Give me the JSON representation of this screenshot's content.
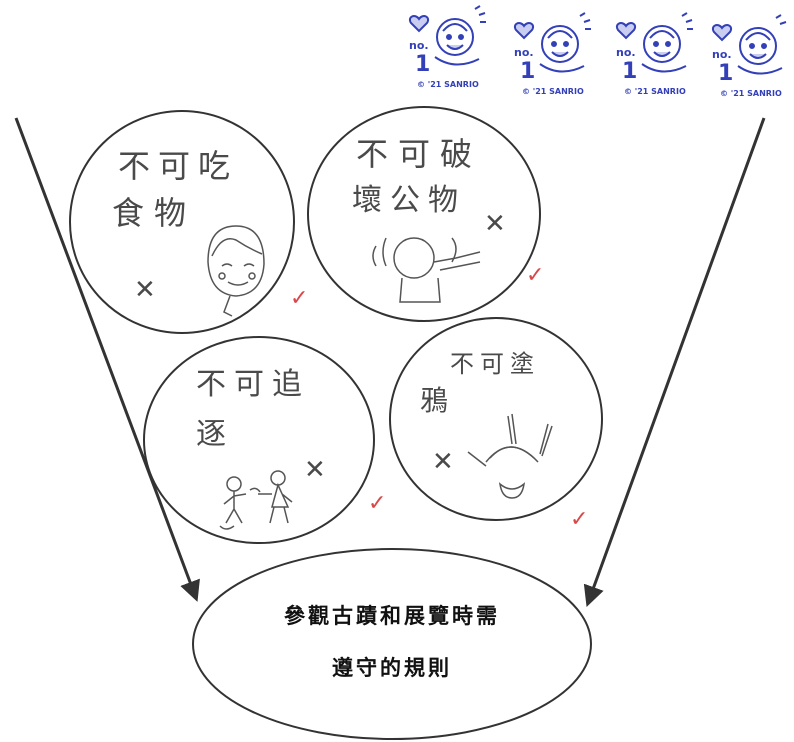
{
  "rules": [
    {
      "line1": "不可吃",
      "line2": "食物",
      "cross": "✕",
      "check": "✓"
    },
    {
      "line1": "不可破",
      "line2": "壞公物",
      "cross": "✕",
      "check": "✓"
    },
    {
      "line1": "不可追",
      "line2": "逐",
      "cross": "✕",
      "check": "✓"
    },
    {
      "line1": "不可塗",
      "line2": "鴉",
      "cross": "✕",
      "check": "✓"
    }
  ],
  "summary": {
    "line1": "參觀古蹟和展覽時需",
    "line2": "遵守的規則"
  },
  "stamps": [
    {
      "no_label": "no.",
      "number": "1",
      "copyright": "© '21 SANRIO"
    },
    {
      "no_label": "no.",
      "number": "1",
      "copyright": "© '21 SANRIO"
    },
    {
      "no_label": "no.",
      "number": "1",
      "copyright": "© '21 SANRIO"
    },
    {
      "no_label": "no.",
      "number": "1",
      "copyright": "© '21 SANRIO"
    }
  ],
  "colors": {
    "ink": "#333333",
    "pencil": "#4a4a4a",
    "check_red": "#d9484a",
    "stamp_blue": "#3340b8"
  }
}
